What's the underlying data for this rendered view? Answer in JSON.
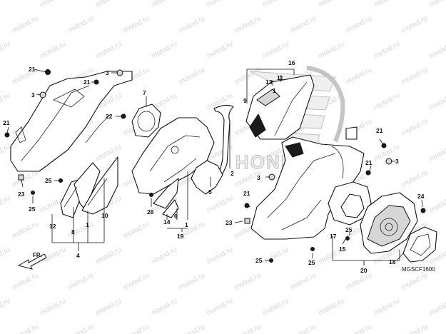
{
  "watermark": "motod.ru",
  "brand_logo": "HONDA",
  "diagram_code": "MGSCF1600",
  "forward_label": "FR.",
  "callouts": [
    "1",
    "2",
    "3",
    "4",
    "5",
    "6",
    "7",
    "8",
    "9",
    "10",
    "11",
    "12",
    "13",
    "14",
    "15",
    "16",
    "17",
    "18",
    "19",
    "20",
    "21",
    "22",
    "23",
    "24",
    "25",
    "26"
  ]
}
